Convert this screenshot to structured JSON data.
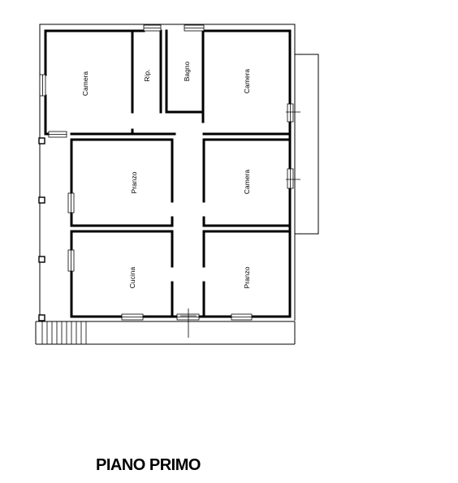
{
  "title": "PIANO PRIMO",
  "rooms": {
    "camera_nw": "Camera",
    "rip": "Rip.",
    "bagno": "Bagno",
    "camera_ne": "Camera",
    "pranzo_w": "Pranzo",
    "camera_e": "Camera",
    "cucina": "Cucina",
    "pranzo_se": "Pranzo"
  }
}
